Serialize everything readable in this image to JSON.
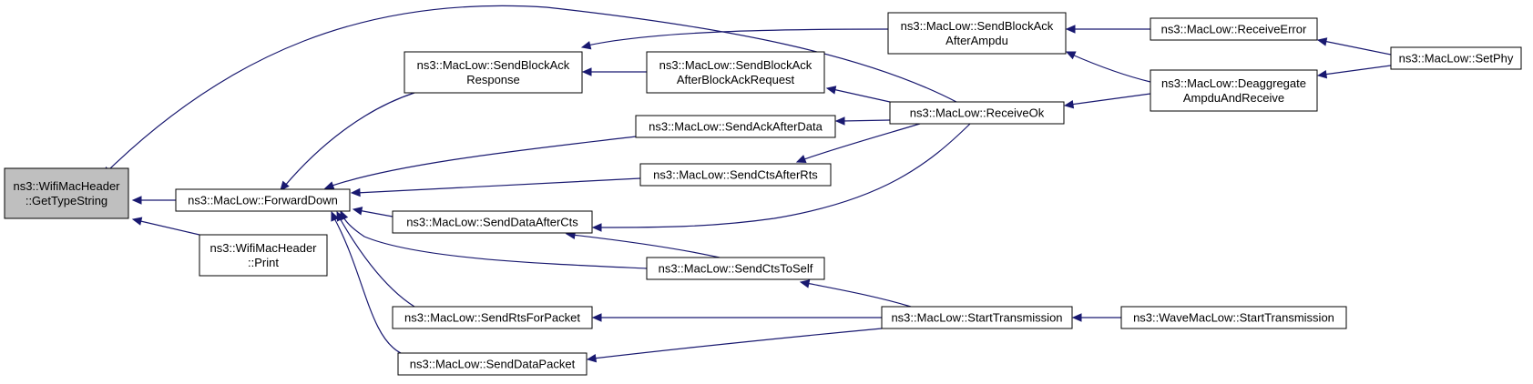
{
  "graph": {
    "colors": {
      "edge": "#191970",
      "node_fill": "#ffffff",
      "highlight_fill": "#bfbfbf",
      "border": "#000000"
    },
    "nodes": {
      "get_type_string": {
        "lines": [
          "ns3::WifiMacHeader",
          "::GetTypeString"
        ],
        "highlighted": true
      },
      "forward_down": {
        "lines": [
          "ns3::MacLow::ForwardDown"
        ]
      },
      "print": {
        "lines": [
          "ns3::WifiMacHeader",
          "::Print"
        ]
      },
      "send_block_ack_response": {
        "lines": [
          "ns3::MacLow::SendBlockAck",
          "Response"
        ]
      },
      "send_block_ack_after_ampdu": {
        "lines": [
          "ns3::MacLow::SendBlockAck",
          "AfterAmpdu"
        ]
      },
      "send_block_ack_after_bar": {
        "lines": [
          "ns3::MacLow::SendBlockAck",
          "AfterBlockAckRequest"
        ]
      },
      "send_ack_after_data": {
        "lines": [
          "ns3::MacLow::SendAckAfterData"
        ]
      },
      "send_cts_after_rts": {
        "lines": [
          "ns3::MacLow::SendCtsAfterRts"
        ]
      },
      "send_data_after_cts": {
        "lines": [
          "ns3::MacLow::SendDataAfterCts"
        ]
      },
      "send_cts_to_self": {
        "lines": [
          "ns3::MacLow::SendCtsToSelf"
        ]
      },
      "send_rts_for_packet": {
        "lines": [
          "ns3::MacLow::SendRtsForPacket"
        ]
      },
      "send_data_packet": {
        "lines": [
          "ns3::MacLow::SendDataPacket"
        ]
      },
      "receive_ok": {
        "lines": [
          "ns3::MacLow::ReceiveOk"
        ]
      },
      "start_transmission": {
        "lines": [
          "ns3::MacLow::StartTransmission"
        ]
      },
      "receive_error": {
        "lines": [
          "ns3::MacLow::ReceiveError"
        ]
      },
      "deaggregate": {
        "lines": [
          "ns3::MacLow::Deaggregate",
          "AmpduAndReceive"
        ]
      },
      "wave_start_transmission": {
        "lines": [
          "ns3::WaveMacLow::StartTransmission"
        ]
      },
      "set_phy": {
        "lines": [
          "ns3::MacLow::SetPhy"
        ]
      }
    },
    "edges": [
      {
        "from": "forward_down",
        "to": "get_type_string"
      },
      {
        "from": "print",
        "to": "get_type_string"
      },
      {
        "from": "receive_ok",
        "to": "get_type_string"
      },
      {
        "from": "send_block_ack_response",
        "to": "forward_down"
      },
      {
        "from": "send_ack_after_data",
        "to": "forward_down"
      },
      {
        "from": "send_cts_after_rts",
        "to": "forward_down"
      },
      {
        "from": "send_data_after_cts",
        "to": "forward_down"
      },
      {
        "from": "send_cts_to_self",
        "to": "forward_down"
      },
      {
        "from": "send_rts_for_packet",
        "to": "forward_down"
      },
      {
        "from": "send_data_packet",
        "to": "forward_down"
      },
      {
        "from": "send_block_ack_after_ampdu",
        "to": "send_block_ack_response"
      },
      {
        "from": "send_block_ack_after_bar",
        "to": "send_block_ack_response"
      },
      {
        "from": "receive_ok",
        "to": "send_block_ack_after_bar"
      },
      {
        "from": "receive_ok",
        "to": "send_ack_after_data"
      },
      {
        "from": "receive_ok",
        "to": "send_cts_after_rts"
      },
      {
        "from": "receive_ok",
        "to": "send_data_after_cts"
      },
      {
        "from": "send_cts_to_self",
        "to": "send_data_after_cts"
      },
      {
        "from": "start_transmission",
        "to": "send_cts_to_self"
      },
      {
        "from": "start_transmission",
        "to": "send_rts_for_packet"
      },
      {
        "from": "start_transmission",
        "to": "send_data_packet"
      },
      {
        "from": "receive_error",
        "to": "send_block_ack_after_ampdu"
      },
      {
        "from": "deaggregate",
        "to": "send_block_ack_after_ampdu"
      },
      {
        "from": "deaggregate",
        "to": "receive_ok"
      },
      {
        "from": "set_phy",
        "to": "receive_error"
      },
      {
        "from": "set_phy",
        "to": "deaggregate"
      },
      {
        "from": "wave_start_transmission",
        "to": "start_transmission"
      }
    ]
  }
}
